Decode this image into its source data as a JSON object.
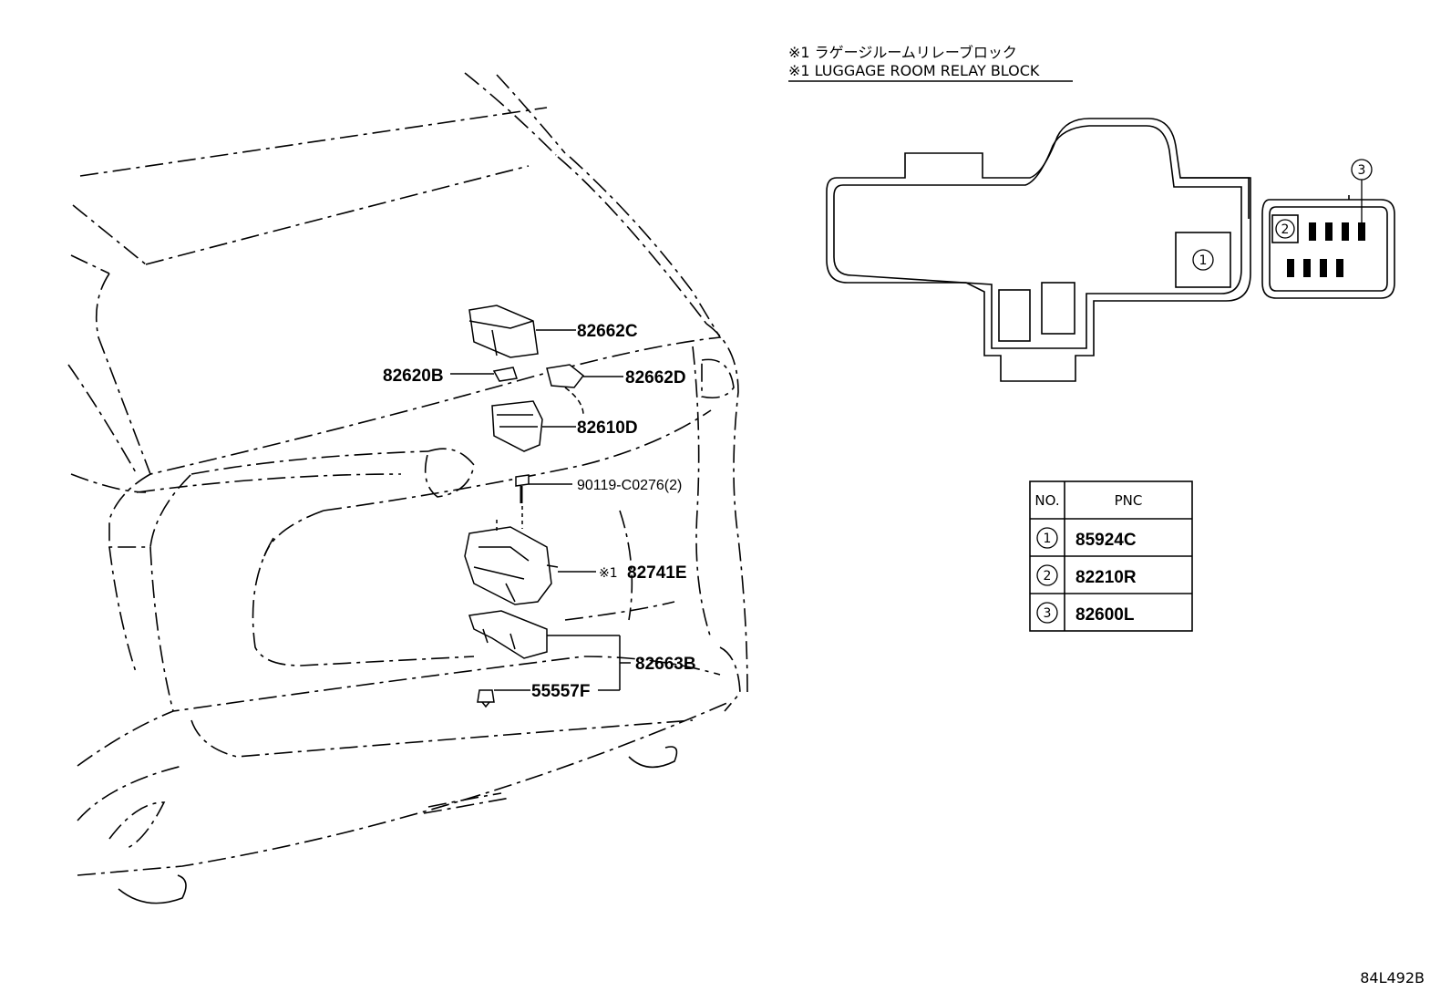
{
  "relay_block": {
    "caption_jp": "※1 ラゲージルームリレーブロック",
    "caption_en": "※1 LUGGAGE ROOM RELAY BLOCK",
    "callouts": [
      "1",
      "2",
      "3"
    ]
  },
  "parts": {
    "p82662C": "82662C",
    "p82620B": "82620B",
    "p82662D": "82662D",
    "p82610D": "82610D",
    "p90119": "90119-C0276(2)",
    "p82741E_mark": "※1",
    "p82741E": "82741E",
    "p82663B": "82663B",
    "p55557F": "55557F"
  },
  "pnc_table": {
    "headers": [
      "NO.",
      "PNC"
    ],
    "rows": [
      {
        "no": "1",
        "pnc": "85924C"
      },
      {
        "no": "2",
        "pnc": "82210R"
      },
      {
        "no": "3",
        "pnc": "82600L"
      }
    ]
  },
  "diagram_code": "84L492B"
}
